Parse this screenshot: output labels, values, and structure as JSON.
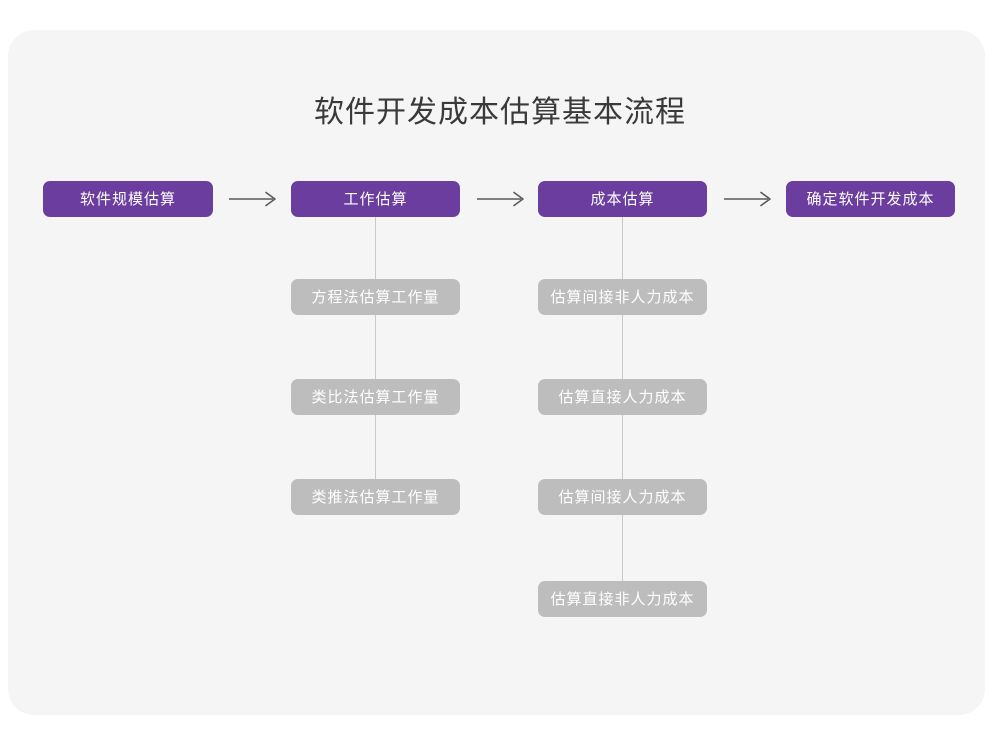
{
  "page": {
    "title": "软件开发成本估算基本流程",
    "background_color": "#ffffff",
    "canvas_color": "#f5f5f6",
    "primary_color": "#6b3d9e",
    "secondary_color": "#bdbdbd",
    "title_color": "#3a3a3a",
    "connector_color": "#c9c9c9",
    "arrow_color": "#595959"
  },
  "chart_data": {
    "type": "diagram",
    "title": "软件开发成本估算基本流程",
    "stages": [
      {
        "id": "stage-1",
        "label": "软件规模估算",
        "substeps": []
      },
      {
        "id": "stage-2",
        "label": "工作估算",
        "substeps": [
          "方程法估算工作量",
          "类比法估算工作量",
          "类推法估算工作量"
        ]
      },
      {
        "id": "stage-3",
        "label": "成本估算",
        "substeps": [
          "估算间接非人力成本",
          "估算直接人力成本",
          "估算间接人力成本",
          "估算直接非人力成本"
        ]
      },
      {
        "id": "stage-4",
        "label": "确定软件开发成本",
        "substeps": []
      }
    ],
    "connectors": [
      {
        "from": "stage-1",
        "to": "stage-2",
        "kind": "arrow"
      },
      {
        "from": "stage-2",
        "to": "stage-3",
        "kind": "arrow"
      },
      {
        "from": "stage-3",
        "to": "stage-4",
        "kind": "arrow"
      }
    ]
  },
  "nodes": {
    "stage1": "软件规模估算",
    "stage2": "工作估算",
    "stage3": "成本估算",
    "stage4": "确定软件开发成本",
    "work1": "方程法估算工作量",
    "work2": "类比法估算工作量",
    "work3": "类推法估算工作量",
    "cost1": "估算间接非人力成本",
    "cost2": "估算直接人力成本",
    "cost3": "估算间接人力成本",
    "cost4": "估算直接非人力成本"
  }
}
